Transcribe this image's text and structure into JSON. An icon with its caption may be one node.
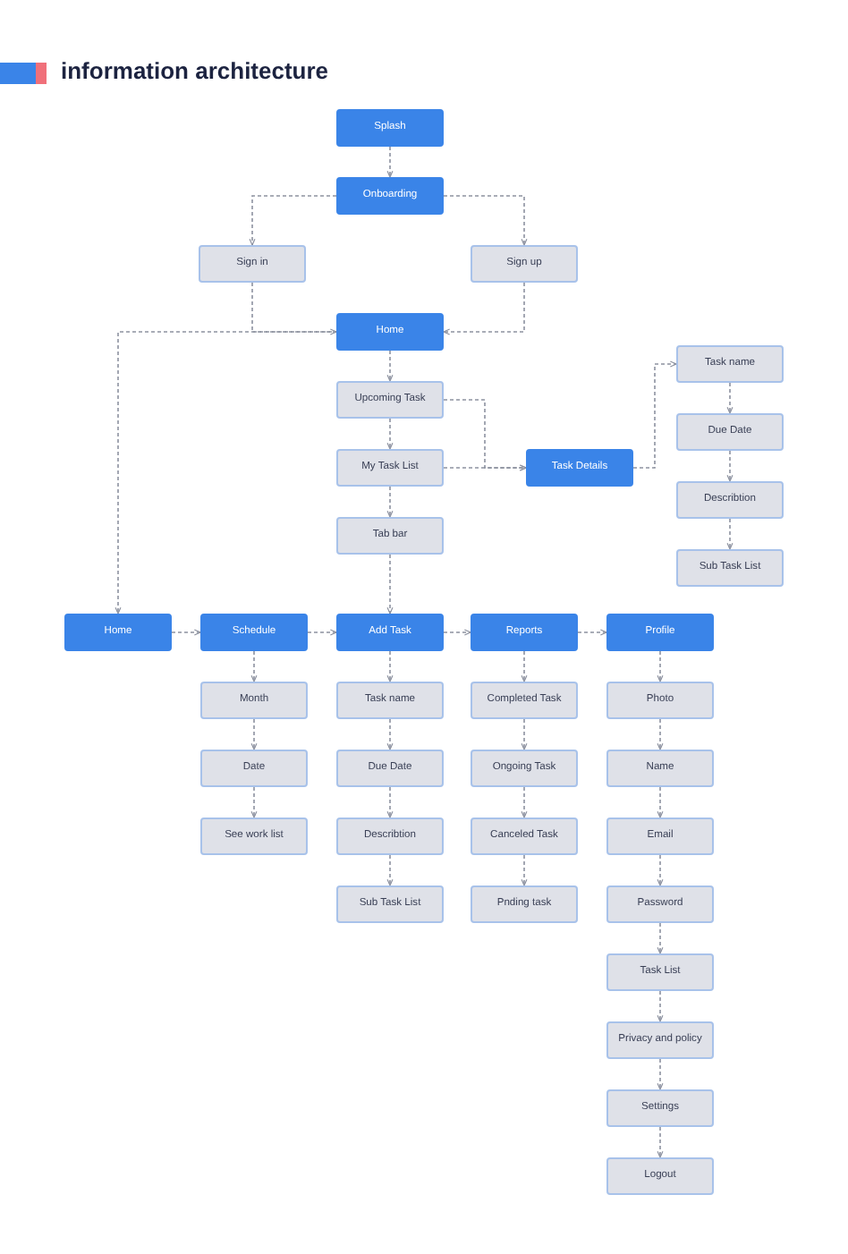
{
  "diagram": {
    "title": "information architecture",
    "nodes": [
      {
        "text": [
          "Splash"
        ]
      },
      {
        "text": [
          "Onboarding"
        ]
      },
      {
        "text": [
          "Sign in"
        ]
      },
      {
        "text": [
          "Sign up"
        ]
      },
      {
        "text": [
          "Home"
        ]
      },
      {
        "text": [
          "Upcoming Task"
        ]
      },
      {
        "text": [
          "My Task List"
        ]
      },
      {
        "text": [
          "Task Details"
        ]
      },
      {
        "text": [
          "Task name"
        ]
      },
      {
        "text": [
          "Due Date"
        ]
      },
      {
        "text": [
          "Describtion"
        ]
      },
      {
        "text": [
          "Sub Task List"
        ]
      },
      {
        "text": [
          "Tab bar"
        ]
      },
      {
        "text": [
          "Home"
        ]
      },
      {
        "text": [
          "Schedule"
        ]
      },
      {
        "text": [
          "Add Task"
        ]
      },
      {
        "text": [
          "Reports"
        ]
      },
      {
        "text": [
          "Profile"
        ]
      },
      {
        "text": [
          "Month"
        ]
      },
      {
        "text": [
          "Date"
        ]
      },
      {
        "text": [
          "See work list"
        ]
      },
      {
        "text": [
          "Task name"
        ]
      },
      {
        "text": [
          "Due Date"
        ]
      },
      {
        "text": [
          "Describtion"
        ]
      },
      {
        "text": [
          "Sub Task List"
        ]
      },
      {
        "text": [
          "Completed Task"
        ]
      },
      {
        "text": [
          "Ongoing Task"
        ]
      },
      {
        "text": [
          "Canceled Task"
        ]
      },
      {
        "text": [
          "Pnding task"
        ]
      },
      {
        "text": [
          "Photo"
        ]
      },
      {
        "text": [
          "Name"
        ]
      },
      {
        "text": [
          "Email"
        ]
      },
      {
        "text": [
          "Password"
        ]
      },
      {
        "text": [
          "Task List"
        ]
      },
      {
        "text": [
          "Privacy and policy"
        ]
      },
      {
        "text": [
          "Settings"
        ]
      },
      {
        "text": [
          "Logout"
        ]
      }
    ],
    "edges": [
      {
        "from": 0,
        "to": 1,
        "arrow": "to"
      },
      {
        "from": 1,
        "to": 2,
        "arrow": "to"
      },
      {
        "from": 1,
        "to": 3,
        "arrow": "to"
      },
      {
        "from": 2,
        "to": 4,
        "arrow": "to"
      },
      {
        "from": 3,
        "to": 4,
        "arrow": "to"
      },
      {
        "from": 4,
        "to": 5,
        "arrow": "to"
      },
      {
        "from": 5,
        "to": 6,
        "arrow": "to"
      },
      {
        "from": 5,
        "to": 7,
        "arrow": "to"
      },
      {
        "from": 6,
        "to": 7,
        "arrow": "to"
      },
      {
        "from": 7,
        "to": 8,
        "arrow": "to"
      },
      {
        "from": 8,
        "to": 9,
        "arrow": "to"
      },
      {
        "from": 9,
        "to": 10,
        "arrow": "to"
      },
      {
        "from": 10,
        "to": 11,
        "arrow": "to"
      },
      {
        "from": 6,
        "to": 12,
        "arrow": "to"
      },
      {
        "from": 12,
        "to": 15,
        "arrow": "to"
      },
      {
        "from": 4,
        "to": 13,
        "arrow": "to"
      },
      {
        "from": 13,
        "to": 14,
        "arrow": "to"
      },
      {
        "from": 14,
        "to": 15,
        "arrow": "to"
      },
      {
        "from": 15,
        "to": 16,
        "arrow": "to"
      },
      {
        "from": 16,
        "to": 17,
        "arrow": "to"
      },
      {
        "from": 14,
        "to": 18,
        "arrow": "to"
      },
      {
        "from": 18,
        "to": 19,
        "arrow": "to"
      },
      {
        "from": 19,
        "to": 20,
        "arrow": "to"
      },
      {
        "from": 15,
        "to": 21,
        "arrow": "to"
      },
      {
        "from": 21,
        "to": 22,
        "arrow": "to"
      },
      {
        "from": 22,
        "to": 23,
        "arrow": "to"
      },
      {
        "from": 23,
        "to": 24,
        "arrow": "to"
      },
      {
        "from": 16,
        "to": 25,
        "arrow": "to"
      },
      {
        "from": 25,
        "to": 26,
        "arrow": "to"
      },
      {
        "from": 26,
        "to": 27,
        "arrow": "to"
      },
      {
        "from": 27,
        "to": 28,
        "arrow": "to"
      },
      {
        "from": 17,
        "to": 29,
        "arrow": "to"
      },
      {
        "from": 29,
        "to": 30,
        "arrow": "to"
      },
      {
        "from": 30,
        "to": 31,
        "arrow": "to"
      },
      {
        "from": 31,
        "to": 32,
        "arrow": "to"
      },
      {
        "from": 32,
        "to": 33,
        "arrow": "to"
      },
      {
        "from": 33,
        "to": 34,
        "arrow": "to"
      },
      {
        "from": 34,
        "to": 35,
        "arrow": "to"
      },
      {
        "from": 35,
        "to": 36,
        "arrow": "to"
      }
    ]
  }
}
